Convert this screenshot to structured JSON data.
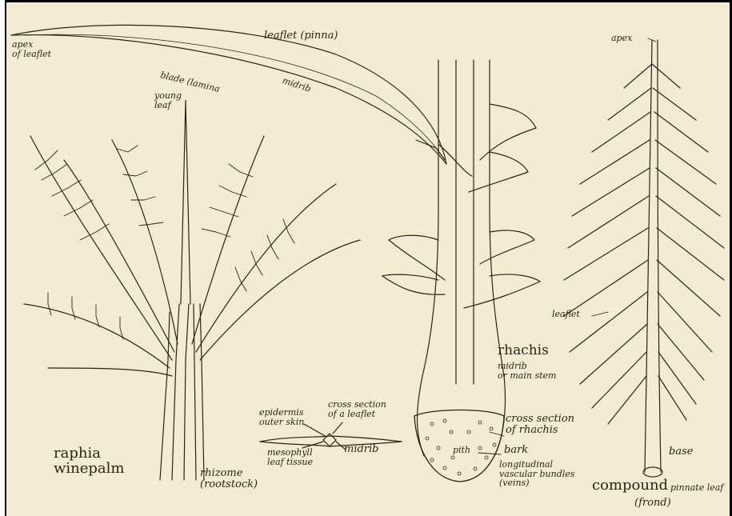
{
  "labels": {
    "leaflet_pinna": "leaflet (pinna)",
    "apex_of_leaflet": "apex\nof leaflet",
    "blade_lamina": "blade (lamina",
    "midrib_top": "midrib",
    "young_leaf": "young\nleaf",
    "apex": "apex",
    "leaflet": "leaflet",
    "rhachis": "rhachis",
    "rhachis_sub": "midrib\nor main stem",
    "cross_section_rhachis": "cross section\nof rhachis",
    "bark": "bark",
    "pith": "pith",
    "longitudinal": "longitudinal\nvascular bundles\n(veins)",
    "base": "base",
    "compound": "compound",
    "pinnate_leaf": "pinnate leaf",
    "frond": "(frond)",
    "raphia": "raphia\nwinepalm",
    "rhizome": "rhizome\n(rootstock)",
    "epidermis": "epidermis\nouter skin",
    "cross_section_leaflet": "cross section\nof a leaflet",
    "mesophyll": "mesophyll\nleaf tissue",
    "midrib_section": "midrib"
  },
  "colors": {
    "paper": "#f3ecd2",
    "ink": "#2a2418"
  }
}
